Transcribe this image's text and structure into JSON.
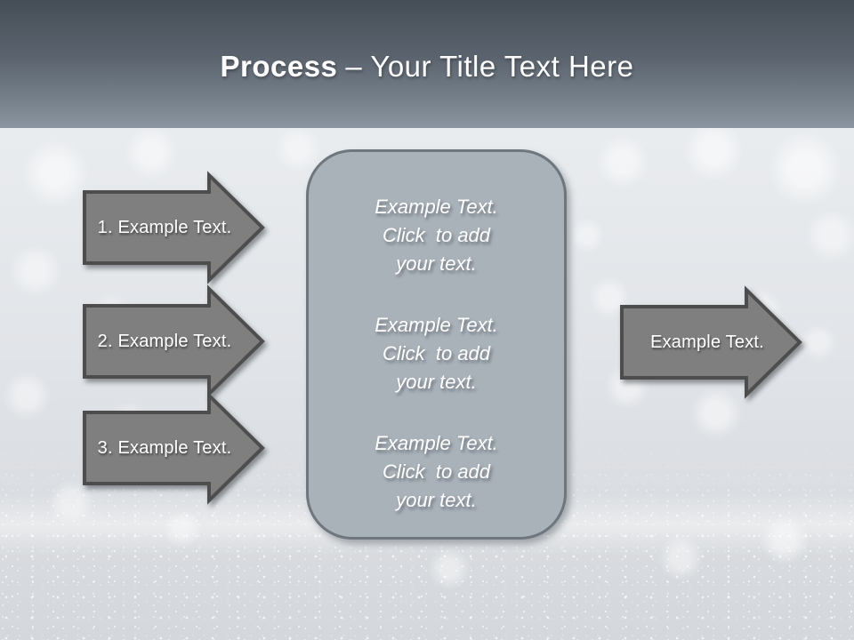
{
  "header": {
    "title_bold": "Process",
    "title_rest": "– Your Title Text Here"
  },
  "steps": [
    {
      "label": "1. Example Text."
    },
    {
      "label": "2. Example Text."
    },
    {
      "label": "3. Example Text."
    }
  ],
  "panel": {
    "blocks": [
      {
        "lines": [
          "Example Text.",
          "Click  to add",
          "your text."
        ]
      },
      {
        "lines": [
          "Example Text.",
          "Click  to add",
          "your text."
        ]
      },
      {
        "lines": [
          "Example Text.",
          "Click  to add",
          "your text."
        ]
      }
    ]
  },
  "result_arrow": {
    "label": "Example Text."
  },
  "colors": {
    "header_top": "#454e57",
    "header_bottom": "#8a95a1",
    "arrow_fill": "#7f7f7f",
    "arrow_border": "#4d4d4d",
    "panel_fill": "#a9b1b9",
    "panel_border": "#6e777e",
    "background": "#e4e7ea",
    "text": "#ffffff"
  }
}
